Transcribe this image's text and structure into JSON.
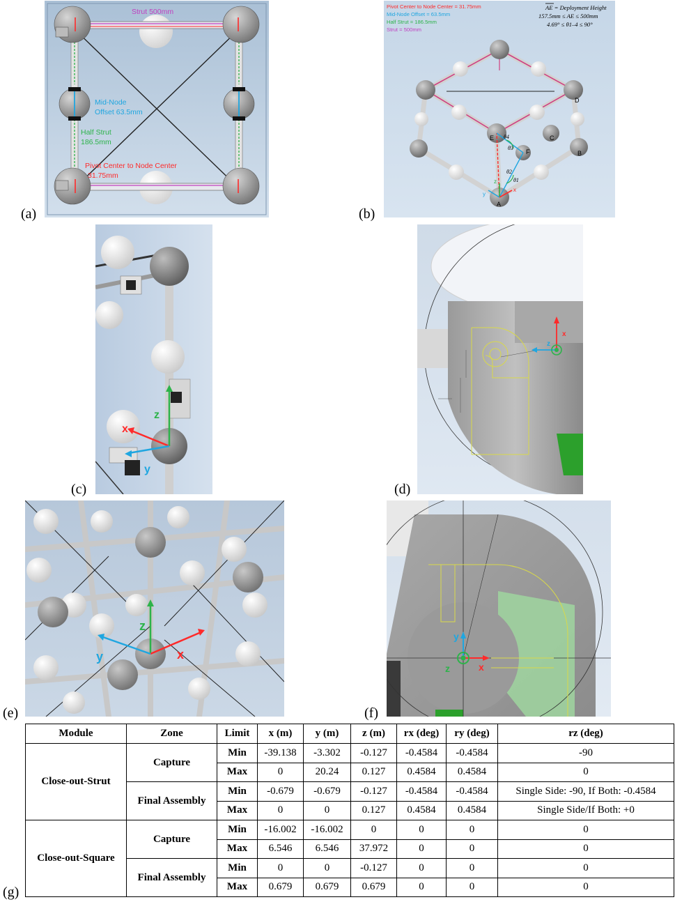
{
  "panel_labels": [
    "(a)",
    "(b)",
    "(c)",
    "(d)",
    "(e)",
    "(f)",
    "(g)"
  ],
  "panel_a": {
    "strut_label": "Strut 500mm",
    "mid_node_line1": "Mid-Node",
    "mid_node_line2": "Offset 63.5mm",
    "half_strut_line1": "Half Strut",
    "half_strut_line2": "186.5mm",
    "pivot_line1": "Pivot Center to Node Center",
    "pivot_line2": "31.75mm"
  },
  "panel_b": {
    "legend": [
      "Pivot Center to Node Center = 31.75mm",
      "Mid-Node Offset = 63.5mm",
      "Half Strut = 186.5mm",
      "Strut = 500mm"
    ],
    "eq1": "AE = Deployment Height",
    "eq2": "157.5mm ≤ AE ≤ 500mm",
    "eq3": "4.69° ≤ θ1–4 ≤ 90°",
    "node_labels": [
      "A",
      "B",
      "C",
      "D",
      "E",
      "F"
    ],
    "theta_labels": [
      "θ4",
      "θ3",
      "θ2",
      "θ1"
    ],
    "axis_labels": [
      "x",
      "y",
      "z"
    ]
  },
  "panel_c": {
    "axis_x": "x",
    "axis_y": "y",
    "axis_z": "z"
  },
  "panel_d": {
    "axis_x": "x",
    "axis_z": "z"
  },
  "panel_e": {
    "axis_x": "x",
    "axis_y": "y",
    "axis_z": "z"
  },
  "panel_f": {
    "axis_x": "x",
    "axis_y": "y",
    "axis_z": "z"
  },
  "table": {
    "headers": [
      "Module",
      "Zone",
      "Limit",
      "x (m)",
      "y (m)",
      "z (m)",
      "rx (deg)",
      "ry (deg)",
      "rz (deg)"
    ],
    "modules": [
      {
        "name": "Close-out-Strut",
        "zones": [
          {
            "name": "Capture",
            "rows": [
              {
                "limit": "Min",
                "x": "-39.138",
                "y": "-3.302",
                "z": "-0.127",
                "rx": "-0.4584",
                "ry": "-0.4584",
                "rz": "-90"
              },
              {
                "limit": "Max",
                "x": "0",
                "y": "20.24",
                "z": "0.127",
                "rx": "0.4584",
                "ry": "0.4584",
                "rz": "0"
              }
            ]
          },
          {
            "name": "Final Assembly",
            "rows": [
              {
                "limit": "Min",
                "x": "-0.679",
                "y": "-0.679",
                "z": "-0.127",
                "rx": "-0.4584",
                "ry": "-0.4584",
                "rz": "Single Side: -90, If Both: -0.4584"
              },
              {
                "limit": "Max",
                "x": "0",
                "y": "0",
                "z": "0.127",
                "rx": "0.4584",
                "ry": "0.4584",
                "rz": "Single Side/If Both: +0"
              }
            ]
          }
        ]
      },
      {
        "name": "Close-out-Square",
        "zones": [
          {
            "name": "Capture",
            "rows": [
              {
                "limit": "Min",
                "x": "-16.002",
                "y": "-16.002",
                "z": "0",
                "rx": "0",
                "ry": "0",
                "rz": "0"
              },
              {
                "limit": "Max",
                "x": "6.546",
                "y": "6.546",
                "z": "37.972",
                "rx": "0",
                "ry": "0",
                "rz": "0"
              }
            ]
          },
          {
            "name": "Final Assembly",
            "rows": [
              {
                "limit": "Min",
                "x": "0",
                "y": "0",
                "z": "-0.127",
                "rx": "0",
                "ry": "0",
                "rz": "0"
              },
              {
                "limit": "Max",
                "x": "0.679",
                "y": "0.679",
                "z": "0.679",
                "rx": "0",
                "ry": "0",
                "rz": "0"
              }
            ]
          }
        ]
      }
    ]
  },
  "colors": {
    "background_blue": "#c9d8e8",
    "annotation_red": "#ff2a2a",
    "annotation_cyan": "#1fa6e0",
    "annotation_green": "#2db34a",
    "annotation_magenta": "#c040c0",
    "node_gray": "#8e8e8e",
    "node_white": "#f2f2f2",
    "sketch_yellow": "#d9d94a"
  }
}
